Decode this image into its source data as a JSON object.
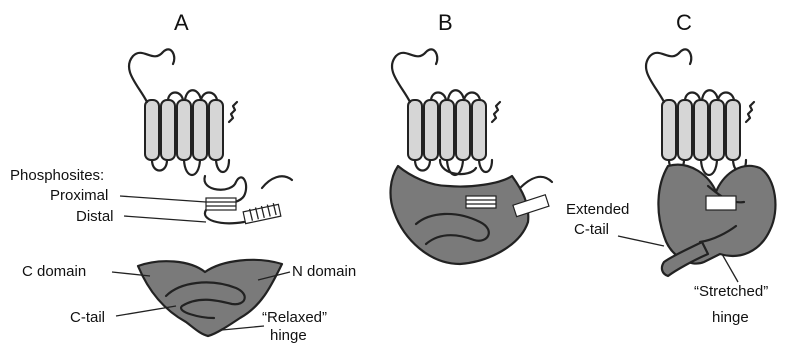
{
  "panels": [
    {
      "letter": "A"
    },
    {
      "letter": "B"
    },
    {
      "letter": "C"
    }
  ],
  "labels": {
    "phosphosites": "Phosphosites:",
    "proximal": "Proximal",
    "distal": "Distal",
    "c_domain": "C domain",
    "n_domain": "N domain",
    "c_tail": "C-tail",
    "relaxed_1": "“Relaxed”",
    "relaxed_2": "hinge",
    "extended_1": "Extended",
    "extended_2": "C-tail",
    "stretched_1": "“Stretched”",
    "stretched_2": "hinge"
  },
  "colors": {
    "arrestin_fill": "#7a7a7a",
    "helix_fill": "#d6d6d6",
    "stroke": "#222222"
  }
}
